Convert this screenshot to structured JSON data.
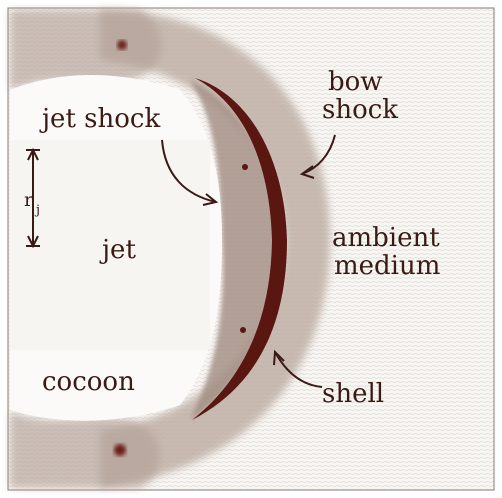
{
  "labels": {
    "jet_shock": "jet shock",
    "bow": "bow",
    "shock": "shock",
    "ambient": "ambient",
    "medium": "medium",
    "jet": "jet",
    "r_symbol": "r",
    "r_subscript": "j",
    "cocoon": "cocoon",
    "shell": "shell"
  },
  "colors": {
    "background": "#f7f5f2",
    "shell": "#5a1610",
    "shocked_gas": "#a89488",
    "ink": "#3a1a14"
  }
}
